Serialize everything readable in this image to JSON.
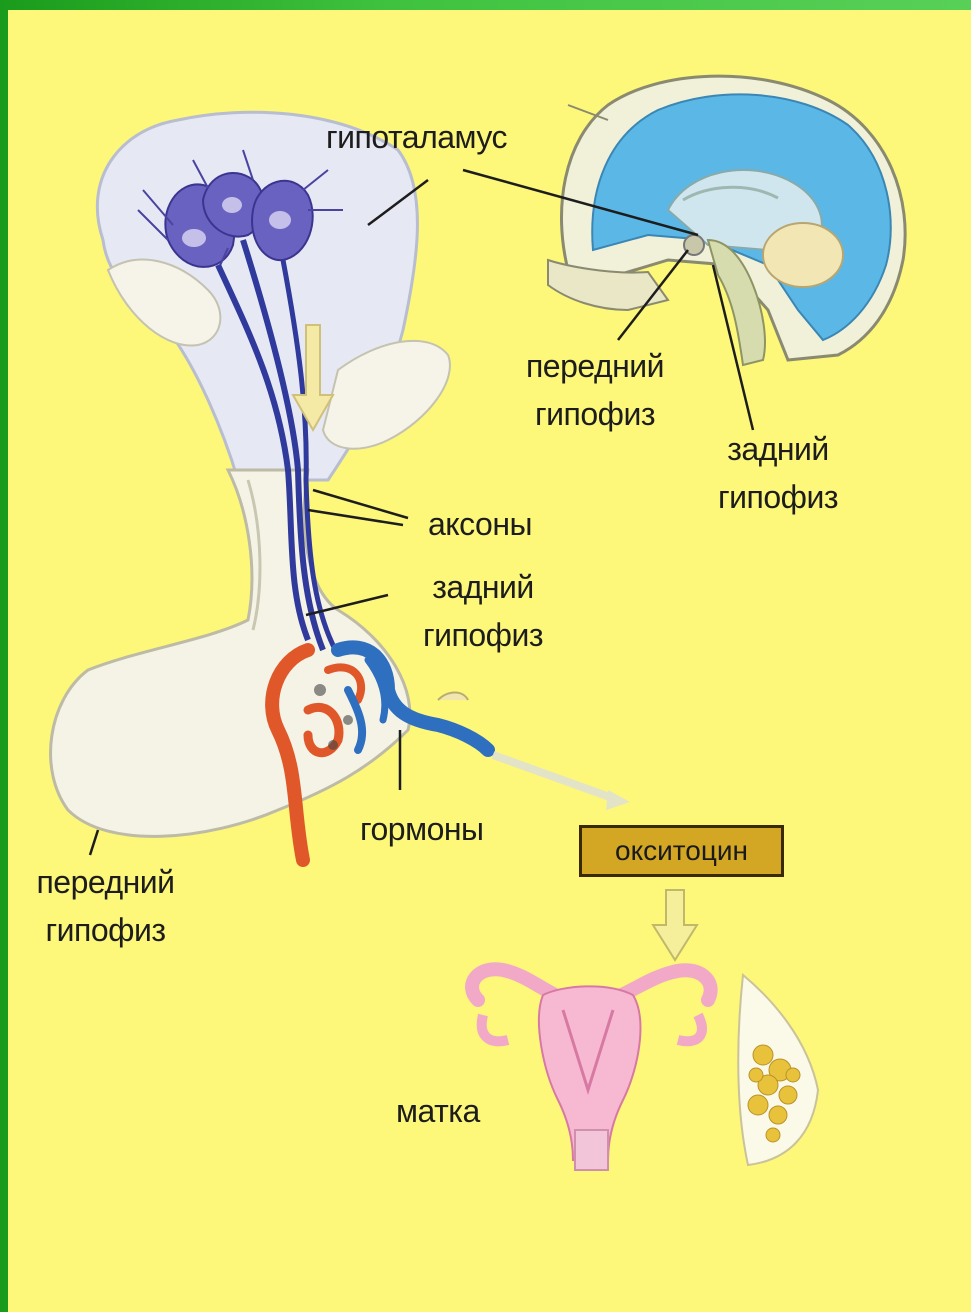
{
  "labels": {
    "hypothalamus": "гипоталамус",
    "anterior_pituitary_top": [
      "передний",
      "гипофиз"
    ],
    "posterior_pituitary_top": [
      "задний",
      "гипофиз"
    ],
    "axons": "аксоны",
    "posterior_pituitary_mid": [
      "задний",
      "гипофиз"
    ],
    "hormones": "гормоны",
    "oxytocin": "окситоцин",
    "anterior_pituitary_bottom": [
      "передний",
      "гипофиз"
    ],
    "uterus": "матка"
  },
  "colors": {
    "frame_green": "#3fc23f",
    "background_yellow": "#fdf77a",
    "oxytocin_box": "#d3a723",
    "neuron_purple": "#6a62c0",
    "vein_blue": "#2f6fc0",
    "artery_red": "#e0582a",
    "brain_blue": "#5bb8e6",
    "uterus_pink": "#f2a9c8"
  }
}
